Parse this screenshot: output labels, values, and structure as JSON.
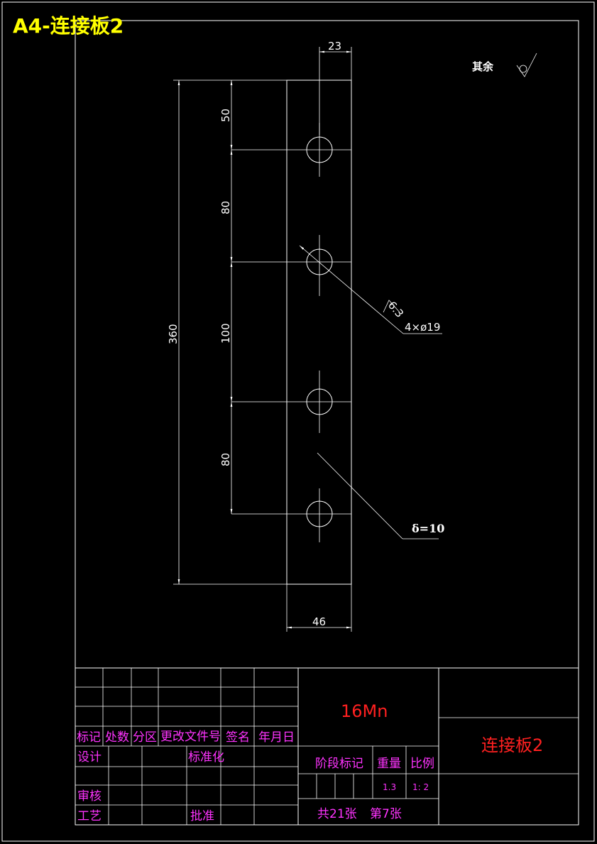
{
  "sheet_title": "A4-连接板2",
  "surface_note": "其余",
  "surface_symbol": "roughness-symbol",
  "dimensions": {
    "top_width": "23",
    "bottom_width": "46",
    "total_length": "360",
    "spacing_1": "50",
    "spacing_2": "80",
    "spacing_3": "100",
    "spacing_4": "80"
  },
  "hole_callout": "4×ø19",
  "hole_roughness": "6.3",
  "thickness_callout": "δ=10",
  "title_block": {
    "material": "16Mn",
    "part_name": "连接板2",
    "headers": {
      "mark": "标记",
      "count": "处数",
      "zone": "分区",
      "change_doc": "更改文件号",
      "signature": "签名",
      "date": "年月日"
    },
    "design": "设计",
    "standardize": "标准化",
    "review": "审核",
    "process": "工艺",
    "approve": "批准",
    "stage_mark": "阶段标记",
    "weight_label": "重量",
    "scale_label": "比例",
    "weight_value": "1.3",
    "scale_value": "1: 2",
    "sheet_count": "共21张",
    "sheet_number": "第7张"
  },
  "colors": {
    "background": "#000000",
    "lines": "#ffffff",
    "title": "#ffff00",
    "title_block_text": "#ff33ff",
    "material_text": "#ff2020"
  }
}
